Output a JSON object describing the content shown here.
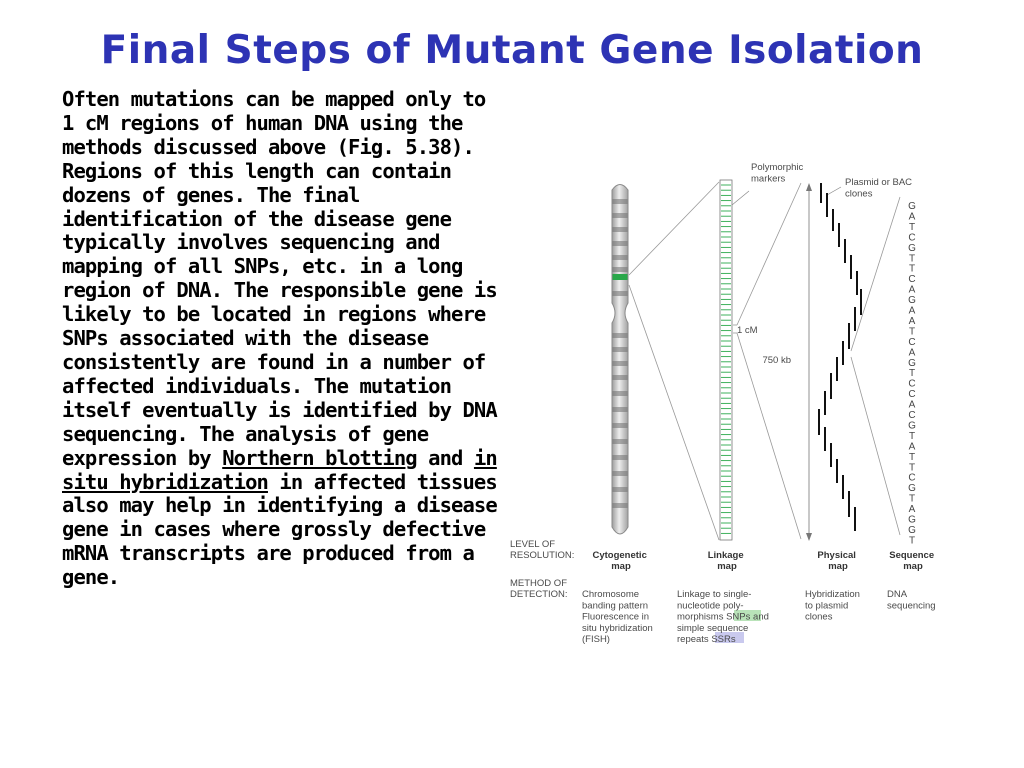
{
  "slide": {
    "title": "Final Steps of Mutant Gene Isolation",
    "body": {
      "part1": "Often mutations can be mapped only to 1 cM regions of human DNA using the methods discussed above (Fig. 5.38). Regions of this length can contain dozens of genes. The final identification of the disease gene typically involves sequencing and mapping of all SNPs, etc. in a long region of DNA. The responsible gene is likely to be located in regions where SNPs associated with the disease consistently are found in a number of affected individuals. The mutation itself eventually is identified by DNA sequencing. The analysis of gene expression by ",
      "link1": "Northern blotting",
      "mid1": " and ",
      "link2": "in situ hybridization",
      "part2": " in affected tissues also may help in identifying a disease gene in cases where grossly defective mRNA transcripts are produced from a gene."
    }
  },
  "figure": {
    "labels": {
      "polymorphic": [
        "Polymorphic",
        "markers"
      ],
      "plasmid": [
        "Plasmid or BAC",
        "clones"
      ],
      "one_cm": "1 cM",
      "kb": "750 kb"
    },
    "sequence": [
      "G",
      "A",
      "T",
      "C",
      "G",
      "T",
      "T",
      "C",
      "A",
      "G",
      "A",
      "A",
      "T",
      "C",
      "A",
      "G",
      "T",
      "C",
      "C",
      "A",
      "C",
      "G",
      "T",
      "A",
      "T",
      "T",
      "C",
      "G",
      "T",
      "A",
      "G",
      "G",
      "T"
    ],
    "resolution_label": [
      "LEVEL OF",
      "RESOLUTION:"
    ],
    "detection_label": [
      "METHOD OF",
      "DETECTION:"
    ],
    "levels": [
      {
        "name": [
          "Cytogenetic",
          "map"
        ],
        "method": [
          "Chromosome",
          "banding pattern",
          "Fluorescence in",
          "situ hybridization",
          "(FISH)"
        ]
      },
      {
        "name": [
          "Linkage",
          "map"
        ],
        "method": [
          "Linkage to single-",
          "nucleotide poly-",
          "morphisms ",
          "SNPs",
          " and",
          "simple sequence",
          "repeats ",
          "SSRs"
        ]
      },
      {
        "name": [
          "Physical",
          "map"
        ],
        "method": [
          "Hybridization",
          "to plasmid",
          "clones"
        ]
      },
      {
        "name": [
          "Sequence",
          "map"
        ],
        "method": [
          "DNA",
          "sequencing"
        ]
      }
    ],
    "colors": {
      "snp_highlight": "#b9e3b9",
      "ssr_highlight": "#c9c9ee",
      "band_green": "#2aa84a",
      "title": "#2d33b4"
    }
  }
}
